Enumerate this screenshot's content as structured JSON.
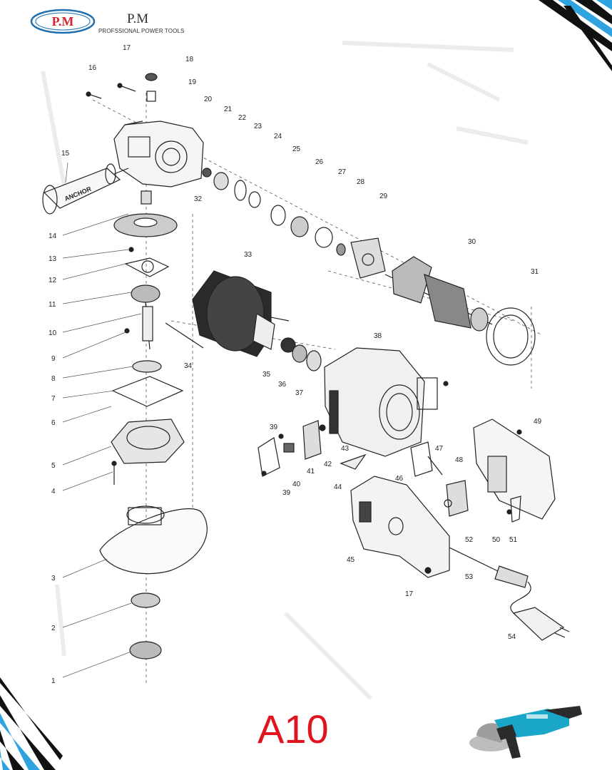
{
  "header": {
    "logo_text": "P.M",
    "brand_name": "P.M",
    "brand_tagline": "PROFSSIONAL POWER TOOLS"
  },
  "diagram": {
    "part_numbers": [
      "1",
      "2",
      "3",
      "4",
      "5",
      "6",
      "7",
      "8",
      "9",
      "10",
      "11",
      "12",
      "13",
      "14",
      "15",
      "16",
      "17",
      "18",
      "19",
      "20",
      "21",
      "22",
      "23",
      "24",
      "25",
      "26",
      "27",
      "28",
      "29",
      "30",
      "31",
      "32",
      "33",
      "34",
      "35",
      "36",
      "37",
      "38",
      "39",
      "40",
      "41",
      "42",
      "43",
      "44",
      "45",
      "46",
      "47",
      "48",
      "49",
      "50",
      "51",
      "52",
      "53",
      "54"
    ],
    "handle_logo_text": "ANCHOR"
  },
  "footer": {
    "model_code": "A10"
  },
  "colors": {
    "logo_blue": "#1d6fb0",
    "logo_red": "#d22630",
    "model_red": "#e0141e",
    "corner_black": "#111111",
    "corner_blue": "#2ea3e0",
    "tool_teal": "#1aa6c9"
  }
}
